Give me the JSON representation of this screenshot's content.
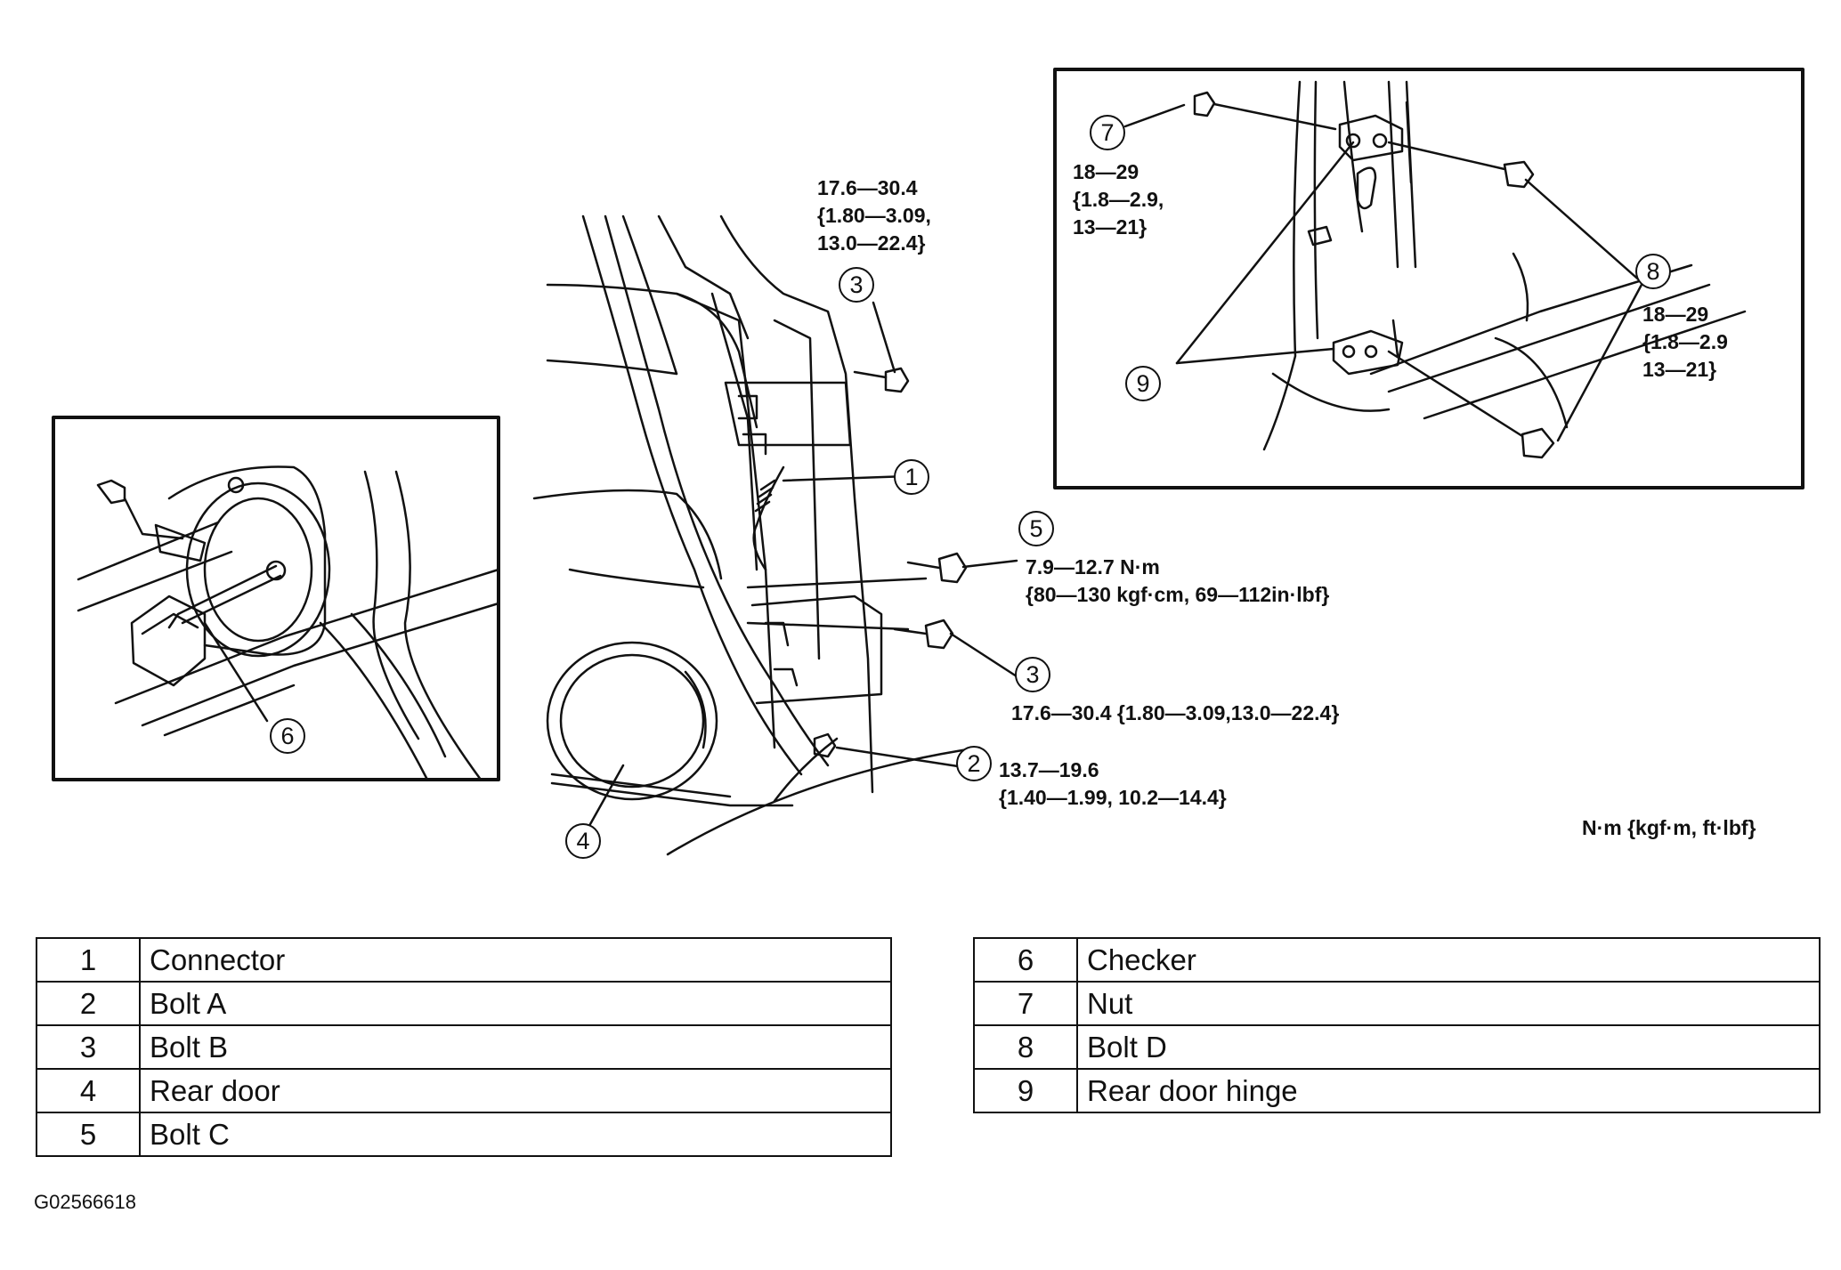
{
  "callouts": {
    "c1": "1",
    "c2": "2",
    "c3a": "3",
    "c3b": "3",
    "c4": "4",
    "c5": "5",
    "c6": "6",
    "c7": "7",
    "c8": "8",
    "c9": "9"
  },
  "specs": {
    "bolt_b_top": [
      "17.6—30.4",
      "{1.80—3.09,",
      "13.0—22.4}"
    ],
    "bolt_c": [
      "7.9—12.7 N·m",
      "{80—130 kgf·cm, 69—112in·lbf}"
    ],
    "bolt_b_lower": "17.6—30.4 {1.80—3.09,13.0—22.4}",
    "bolt_a": [
      "13.7—19.6",
      "{1.40—1.99, 10.2—14.4}"
    ],
    "nut": [
      "18—29",
      "{1.8—2.9,",
      "13—21}"
    ],
    "bolt_d": [
      "18—29",
      "{1.8—2.9",
      "13—21}"
    ]
  },
  "unit_label": "N·m {kgf·m, ft·lbf}",
  "parts_left": [
    {
      "no": "1",
      "name": "Connector"
    },
    {
      "no": "2",
      "name": "Bolt A"
    },
    {
      "no": "3",
      "name": "Bolt B"
    },
    {
      "no": "4",
      "name": "Rear door"
    },
    {
      "no": "5",
      "name": "Bolt C"
    }
  ],
  "parts_right": [
    {
      "no": "6",
      "name": "Checker"
    },
    {
      "no": "7",
      "name": "Nut"
    },
    {
      "no": "8",
      "name": "Bolt D"
    },
    {
      "no": "9",
      "name": "Rear door hinge"
    }
  ],
  "figure_code": "G02566618"
}
